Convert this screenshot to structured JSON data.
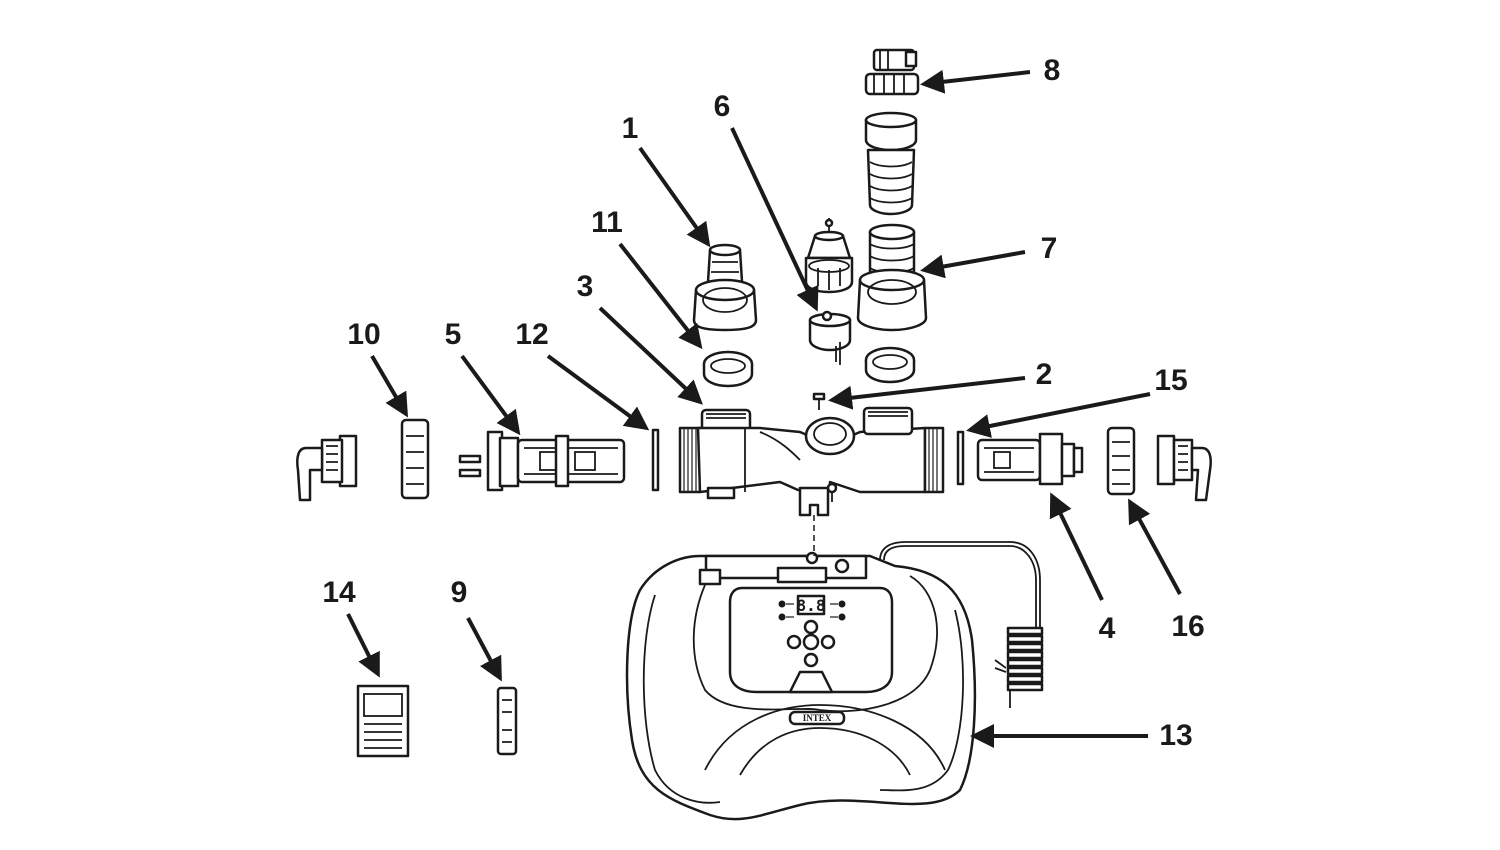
{
  "diagram": {
    "callouts": {
      "c1": "1",
      "c2": "2",
      "c3": "3",
      "c4": "4",
      "c5": "5",
      "c6": "6",
      "c7": "7",
      "c8": "8",
      "c9": "9",
      "c10": "10",
      "c11": "11",
      "c12": "12",
      "c13": "13",
      "c14": "14",
      "c15": "15",
      "c16": "16"
    },
    "control_panel": {
      "display_readout": "8.8"
    },
    "colors": {
      "line": "#1a1a1a",
      "background": "#ffffff"
    }
  }
}
